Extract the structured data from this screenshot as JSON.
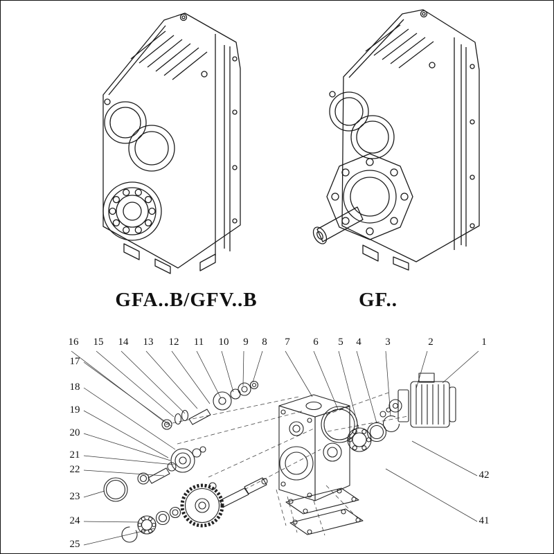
{
  "page": {
    "background": "#ffffff",
    "line_color": "#1a1a1a"
  },
  "models": [
    {
      "label": "GFA..B/GFV..B"
    },
    {
      "label": "GF.."
    }
  ],
  "exploded": {
    "top": [
      "16",
      "15",
      "14",
      "13",
      "12",
      "11",
      "10",
      "9",
      "8",
      "7",
      "6",
      "5",
      "4",
      "3",
      "2",
      "1"
    ],
    "left": [
      "17",
      "18",
      "19",
      "20",
      "21",
      "22",
      "23",
      "24",
      "25"
    ],
    "right": [
      "42",
      "41"
    ]
  }
}
